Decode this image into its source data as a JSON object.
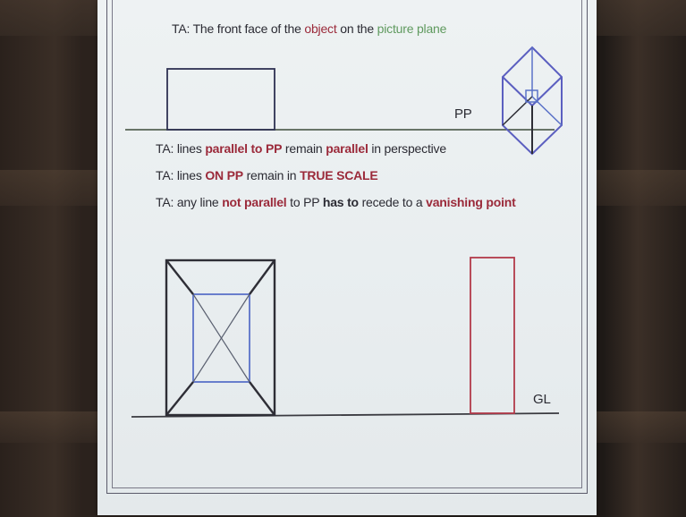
{
  "slide": {
    "title": {
      "prefix": "TA: The front face of the ",
      "object": "object",
      "middle": " on the ",
      "picture_plane": "picture plane"
    },
    "pp_label": "PP",
    "gl_label": "GL",
    "lines": [
      {
        "parts": [
          {
            "text": "TA: lines ",
            "style": "normal"
          },
          {
            "text": "parallel to PP",
            "style": "red-bold"
          },
          {
            "text": " remain ",
            "style": "normal"
          },
          {
            "text": "parallel",
            "style": "red-bold"
          },
          {
            "text": " in perspective",
            "style": "normal"
          }
        ]
      },
      {
        "parts": [
          {
            "text": "TA: lines ",
            "style": "normal"
          },
          {
            "text": "ON PP",
            "style": "red-bold"
          },
          {
            "text": " remain in ",
            "style": "normal"
          },
          {
            "text": "TRUE SCALE",
            "style": "red-bold"
          }
        ]
      },
      {
        "parts": [
          {
            "text": "TA: any line ",
            "style": "normal"
          },
          {
            "text": "not parallel",
            "style": "red-bold"
          },
          {
            "text": " to PP ",
            "style": "normal"
          },
          {
            "text": "has to",
            "style": "dark-bold"
          },
          {
            "text": " recede to a ",
            "style": "normal"
          },
          {
            "text": "vanishing point",
            "style": "red-bold"
          }
        ]
      }
    ]
  },
  "colors": {
    "red_text": "#9b2a3a",
    "green_text": "#5f9a5e",
    "body_text": "#2b2b33",
    "blue_line": "#5b72c8",
    "dark_line": "#2e2e36",
    "red_line": "#b23a4a"
  }
}
